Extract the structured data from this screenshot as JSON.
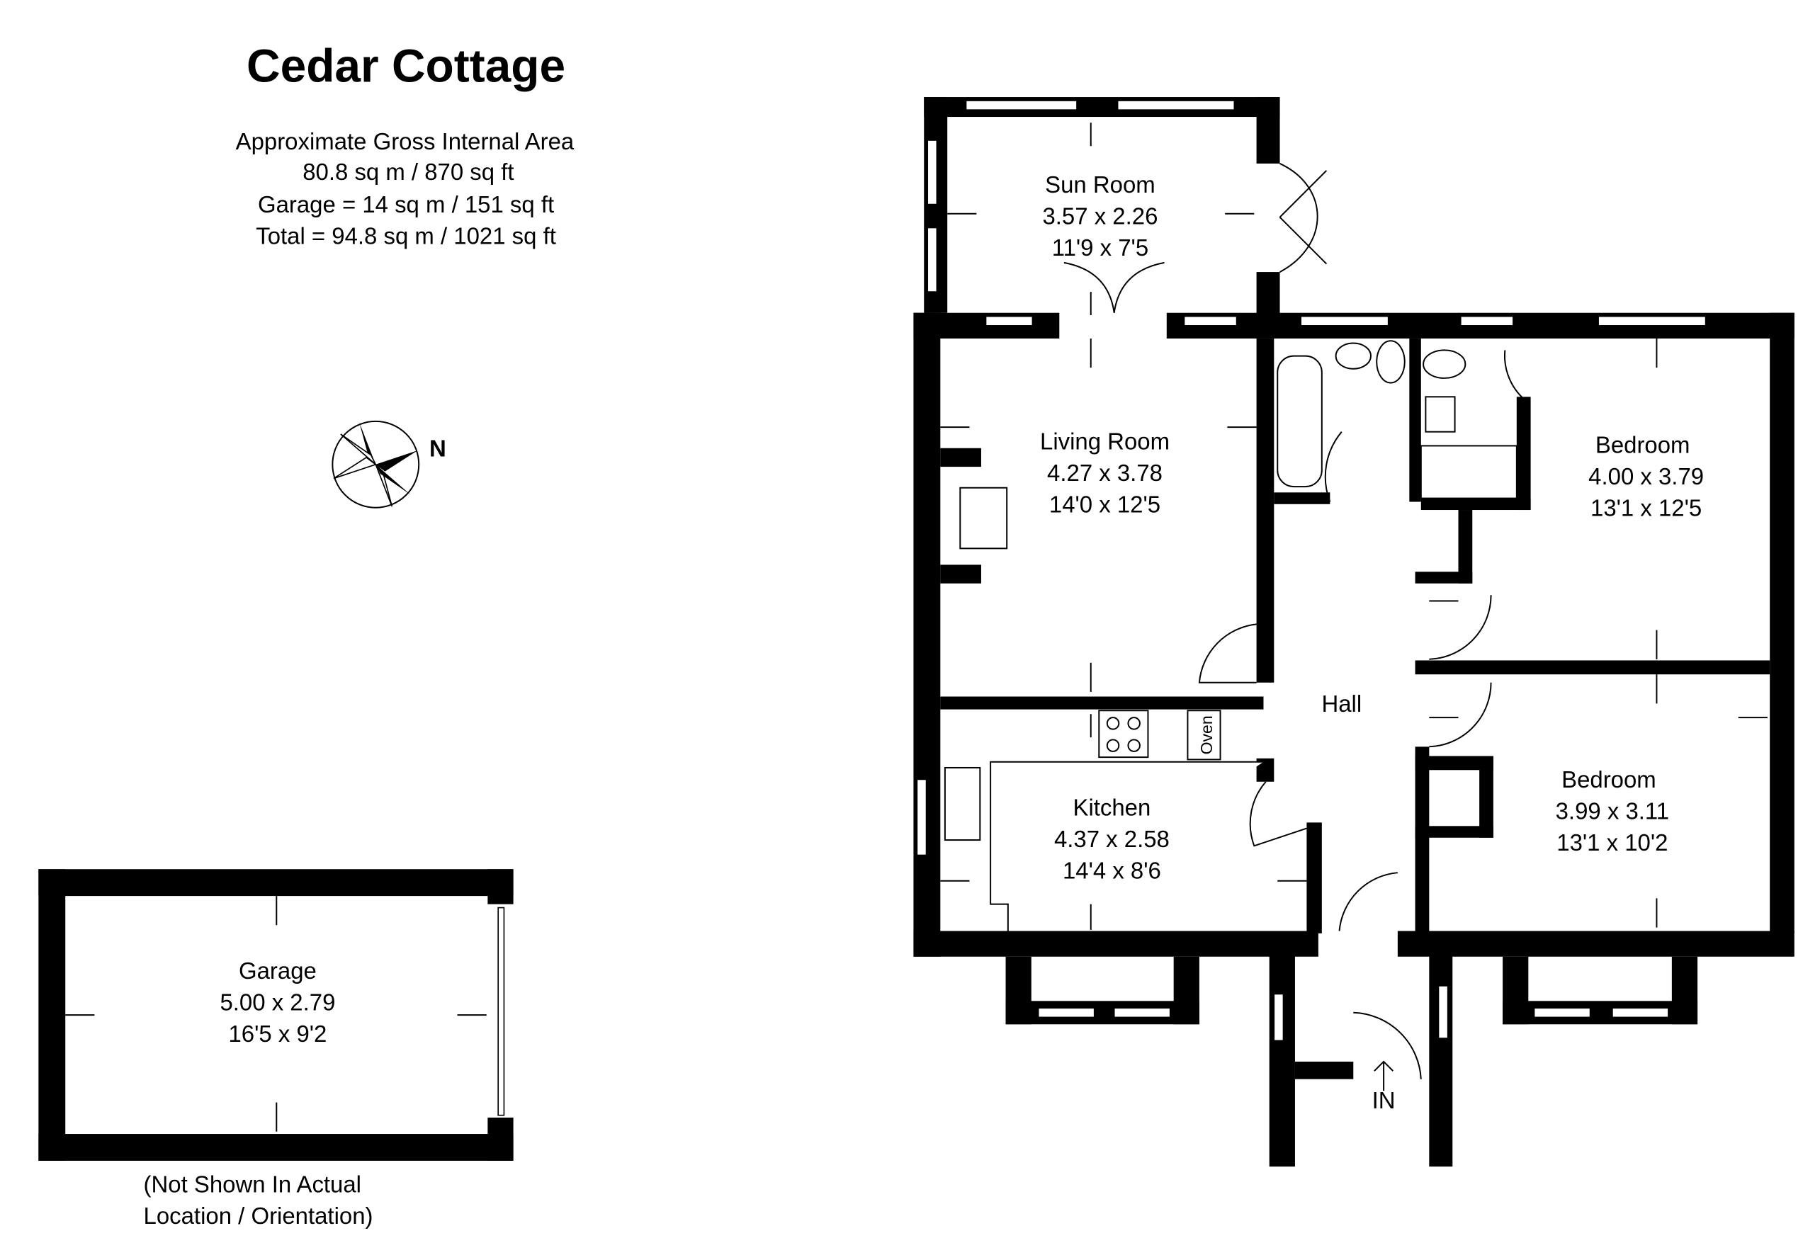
{
  "header": {
    "title": "Cedar Cottage",
    "area_lines": [
      "Approximate Gross Internal Area",
      "80.8 sq m / 870 sq ft",
      "Garage = 14 sq m / 151 sq ft",
      "Total = 94.8 sq m / 1021 sq ft"
    ]
  },
  "compass": {
    "label": "N"
  },
  "rooms": {
    "sun_room": {
      "name": "Sun Room",
      "metric": "3.57 x 2.26",
      "imperial": "11'9 x 7'5"
    },
    "living_room": {
      "name": "Living Room",
      "metric": "4.27 x 3.78",
      "imperial": "14'0 x 12'5"
    },
    "kitchen": {
      "name": "Kitchen",
      "metric": "4.37 x 2.58",
      "imperial": "14'4 x 8'6",
      "oven_label": "Oven"
    },
    "hall": {
      "name": "Hall"
    },
    "bedroom1": {
      "name": "Bedroom",
      "metric": "4.00 x 3.79",
      "imperial": "13'1 x 12'5"
    },
    "bedroom2": {
      "name": "Bedroom",
      "metric": "3.99 x 3.11",
      "imperial": "13'1 x 10'2"
    },
    "garage": {
      "name": "Garage",
      "metric": "5.00 x 2.79",
      "imperial": "16'5 x 9'2"
    }
  },
  "entrance_label": "IN",
  "garage_note": [
    "(Not Shown In Actual",
    "Location / Orientation)"
  ]
}
